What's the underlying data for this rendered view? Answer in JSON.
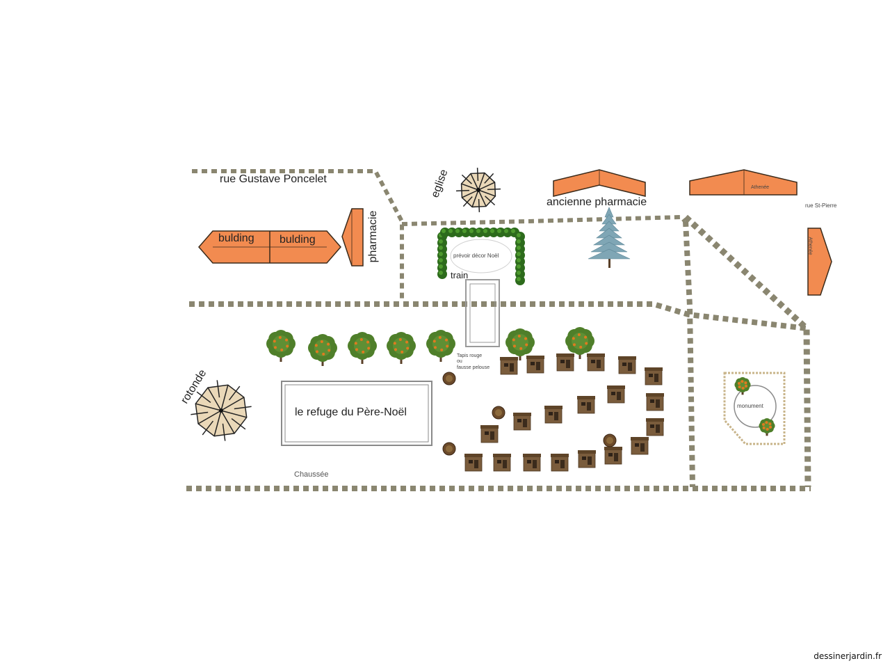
{
  "labels": {
    "street_north": "rue Gustave Poncelet",
    "building_1": "bulding",
    "building_2": "bulding",
    "pharmacy": "pharmacie",
    "church": "eglise",
    "old_pharmacy": "ancienne pharmacie",
    "athenee_top": "Athenée",
    "athenee_side": "Athenée",
    "street_east": "rue St-Pierre",
    "christmas_decor": "prévoir décor Noël",
    "train": "train",
    "red_carpet": "Tapis rouge\nou\nfausse pelouse",
    "rotunda": "rotonde",
    "santa_refuge": "le refuge du Père-Noël",
    "monument": "monument",
    "road": "Chaussée"
  },
  "footer": {
    "brand": "dessinerjardin.fr"
  },
  "colors": {
    "path": "#8a8670",
    "building_fill": "#f28b50",
    "building_stroke": "#3a2a1a",
    "hedge": "#2d6b1c",
    "tree_foliage": "#4f7f2a",
    "tree_fruit": "#e07a1f",
    "chalet": "#7a5c3c",
    "gazebo_fill": "#ead8b8",
    "fir": "#7fa6b5"
  }
}
